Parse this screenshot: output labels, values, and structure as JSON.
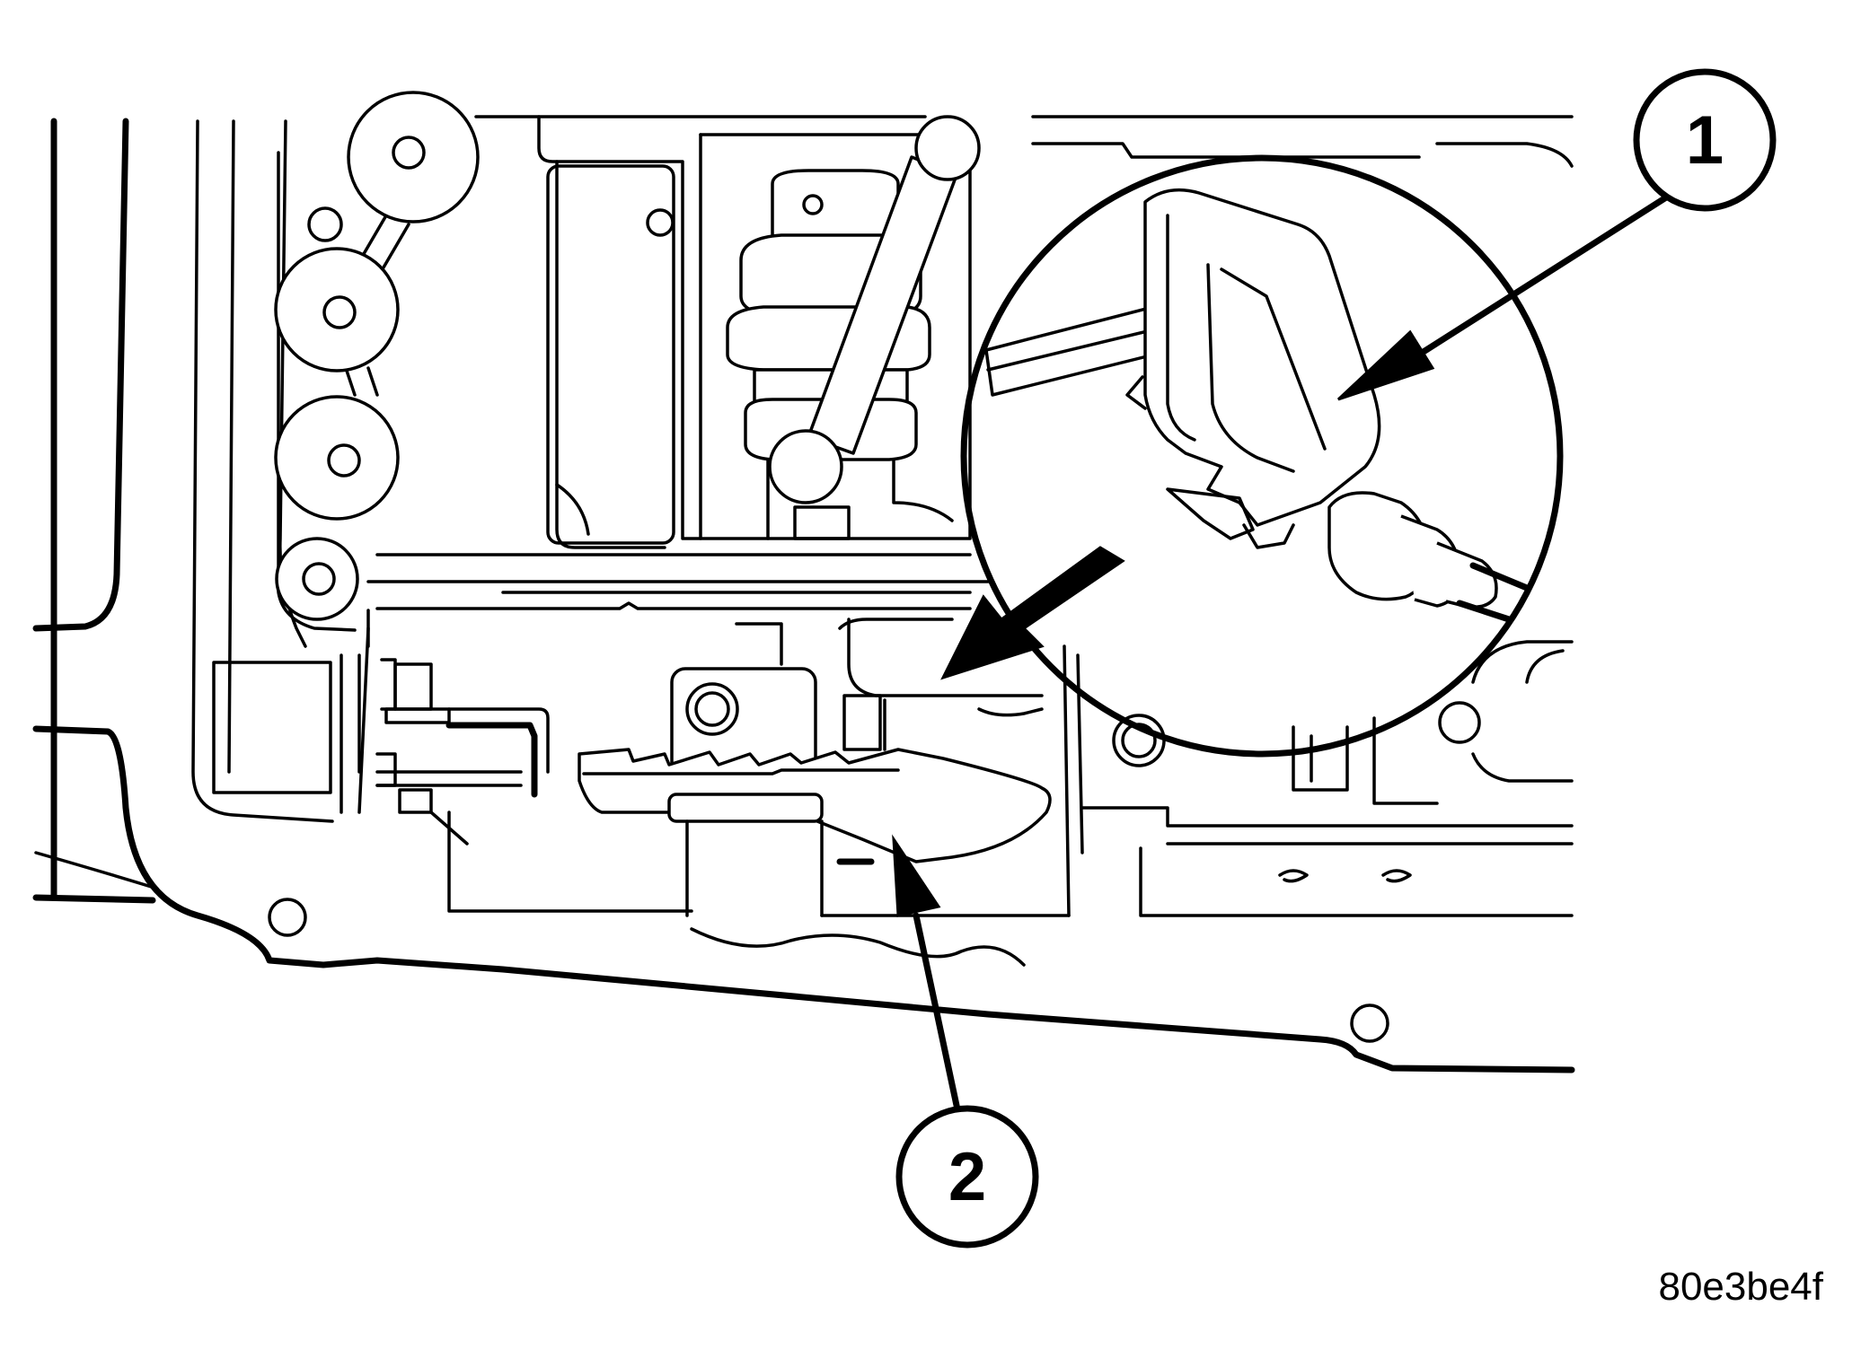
{
  "callouts": [
    {
      "id": "1",
      "label": "1"
    },
    {
      "id": "2",
      "label": "2"
    }
  ],
  "figure_code": "80e3be4f",
  "colors": {
    "line": "#000000",
    "background": "#ffffff"
  }
}
